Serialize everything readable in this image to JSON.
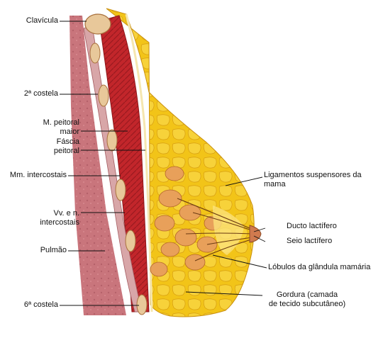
{
  "labels": {
    "clavicula": "Clavícula",
    "costela2": "2ª costela",
    "peitoral_maior": "M. peitoral\nmaior",
    "fascia_peitoral": "Fáscia\npeitoral",
    "intercostais": "Mm. intercostais",
    "vasos_nervos": "Vv. e n.\nintercostais",
    "pulmao": "Pulmão",
    "costela6": "6ª costela",
    "ligamentos": "Ligamentos suspensores da\nmama",
    "ducto": "Ducto lactífero",
    "seio": "Seio lactífero",
    "lobulos": "Lóbulos da glândula mamária",
    "gordura": "Gordura (camada\nde tecido subcutâneo)"
  },
  "colors": {
    "fat": "#f2c418",
    "fat_light": "#fbe27a",
    "muscle": "#c2262b",
    "muscle_dark": "#8e1518",
    "lung": "#c9757c",
    "bone": "#e8c89a",
    "lobule": "#e8a05a",
    "duct": "#6b3a12"
  }
}
